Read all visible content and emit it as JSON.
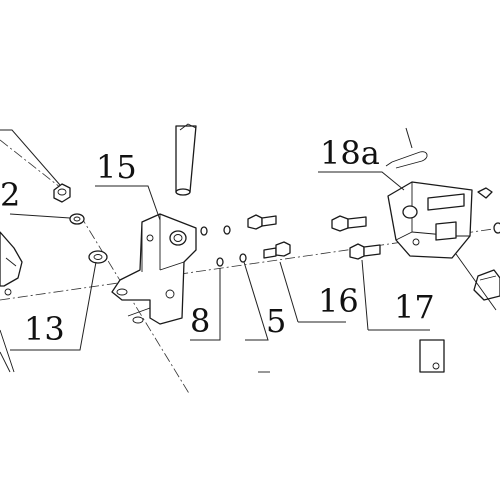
{
  "callouts": {
    "c2": "2",
    "c13": "13",
    "c15": "15",
    "c8": "8",
    "c5": "5",
    "c16": "16",
    "c17": "17",
    "c18a": "18a"
  }
}
